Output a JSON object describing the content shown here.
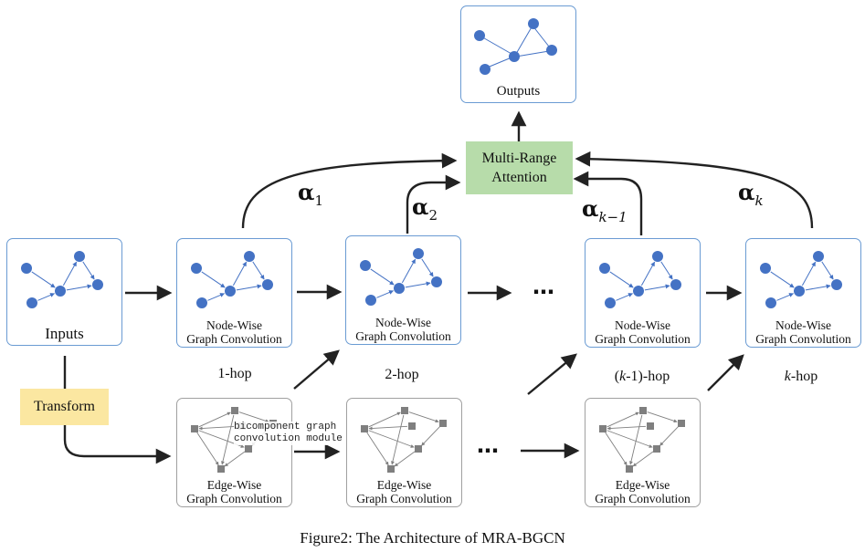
{
  "boxes": {
    "outputs": {
      "label": "Outputs"
    },
    "inputs": {
      "label": "Inputs"
    },
    "node_wise_1": {
      "line1": "Node-Wise",
      "line2": "Graph Convolution"
    },
    "node_wise_2": {
      "line1": "Node-Wise",
      "line2": "Graph Convolution"
    },
    "node_wise_k_minus_1": {
      "line1": "Node-Wise",
      "line2": "Graph Convolution"
    },
    "node_wise_k": {
      "line1": "Node-Wise",
      "line2": "Graph Convolution"
    },
    "edge_wise_1": {
      "line1": "Edge-Wise",
      "line2": "Graph Convolution"
    },
    "edge_wise_2": {
      "line1": "Edge-Wise",
      "line2": "Graph Convolution"
    },
    "edge_wise_k_minus_1": {
      "line1": "Edge-Wise",
      "line2": "Graph Convolution"
    }
  },
  "attention": {
    "line1": "Multi-Range",
    "line2": "Attention"
  },
  "transform": {
    "label": "Transform"
  },
  "module_note": {
    "line1": "bicomponent graph",
    "line2": "convolution module"
  },
  "hops": {
    "hop1": "1-hop",
    "hop2": "2-hop",
    "hop_k_minus_1": {
      "open": "(",
      "var": "k",
      "rest": "-1)-hop"
    },
    "hop_k": {
      "var": "k",
      "rest": "-hop"
    }
  },
  "alphas": {
    "a1": {
      "symbol": "α",
      "sub": "1"
    },
    "a2": {
      "symbol": "α",
      "sub": "2"
    },
    "ak_minus_1": {
      "symbol": "α",
      "sub": "k−1"
    },
    "ak": {
      "symbol": "α",
      "sub": "k"
    }
  },
  "ellipsis": "…",
  "caption": "Figure2: The Architecture of MRA-BGCN",
  "colors": {
    "node_blue": "#4472c4",
    "node_border": "#6a9bd3",
    "edge_gray": "#7f7f7f",
    "edge_border": "#a0a0a0",
    "attention_bg": "#b7dcaa",
    "transform_bg": "#fbe7a1",
    "arrow": "#222222"
  }
}
